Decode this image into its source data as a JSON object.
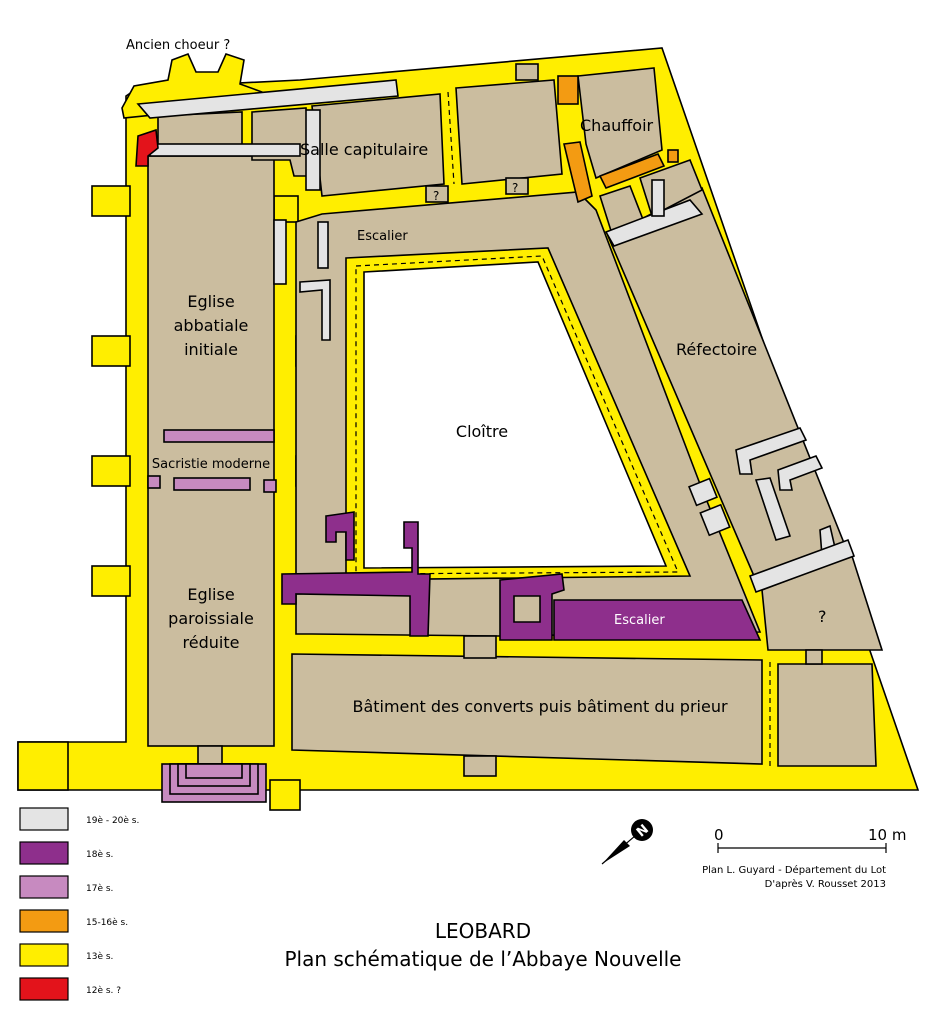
{
  "colors": {
    "wall_13": "#ffee00",
    "room_fill": "#cbbd9f",
    "c19_20": "#e4e4e4",
    "c18": "#8e2f8c",
    "c17": "#c78ac0",
    "c15_16": "#f39b12",
    "c12": "#e3131b",
    "cloister": "#ffffff"
  },
  "labels": {
    "ancien_choeur": "Ancien choeur ?",
    "salle_capitulaire": "Salle capitulaire",
    "chauffoir": "Chauffoir",
    "escalier_north": "Escalier",
    "eglise_initiale_l1": "Eglise",
    "eglise_initiale_l2": "abbatiale",
    "eglise_initiale_l3": "initiale",
    "refectoire": "Réfectoire",
    "cloitre": "Cloître",
    "sacristie": "Sacristie moderne",
    "eglise_paroissiale_l1": "Eglise",
    "eglise_paroissiale_l2": "paroissiale",
    "eglise_paroissiale_l3": "réduite",
    "escalier_south": "Escalier",
    "question_1": "?",
    "question_2": "?",
    "question_3": "?",
    "batiment": "Bâtiment des converts puis bâtiment du prieur"
  },
  "legend": [
    {
      "label": "19è - 20è s.",
      "color": "#e4e4e4"
    },
    {
      "label": "18è s.",
      "color": "#8e2f8c"
    },
    {
      "label": "17è s.",
      "color": "#c78ac0"
    },
    {
      "label": "15-16è s.",
      "color": "#f39b12"
    },
    {
      "label": "13è s.",
      "color": "#ffee00"
    },
    {
      "label": "12è s. ?",
      "color": "#e3131b"
    }
  ],
  "scale": {
    "start": "0",
    "end": "10 m"
  },
  "credits": {
    "line1": "Plan L. Guyard - Département du Lot",
    "line2": "D'après V. Rousset 2013"
  },
  "compass": {
    "letter": "N"
  },
  "title": {
    "line1": "LEOBARD",
    "line2": "Plan schématique de l’Abbaye Nouvelle"
  }
}
